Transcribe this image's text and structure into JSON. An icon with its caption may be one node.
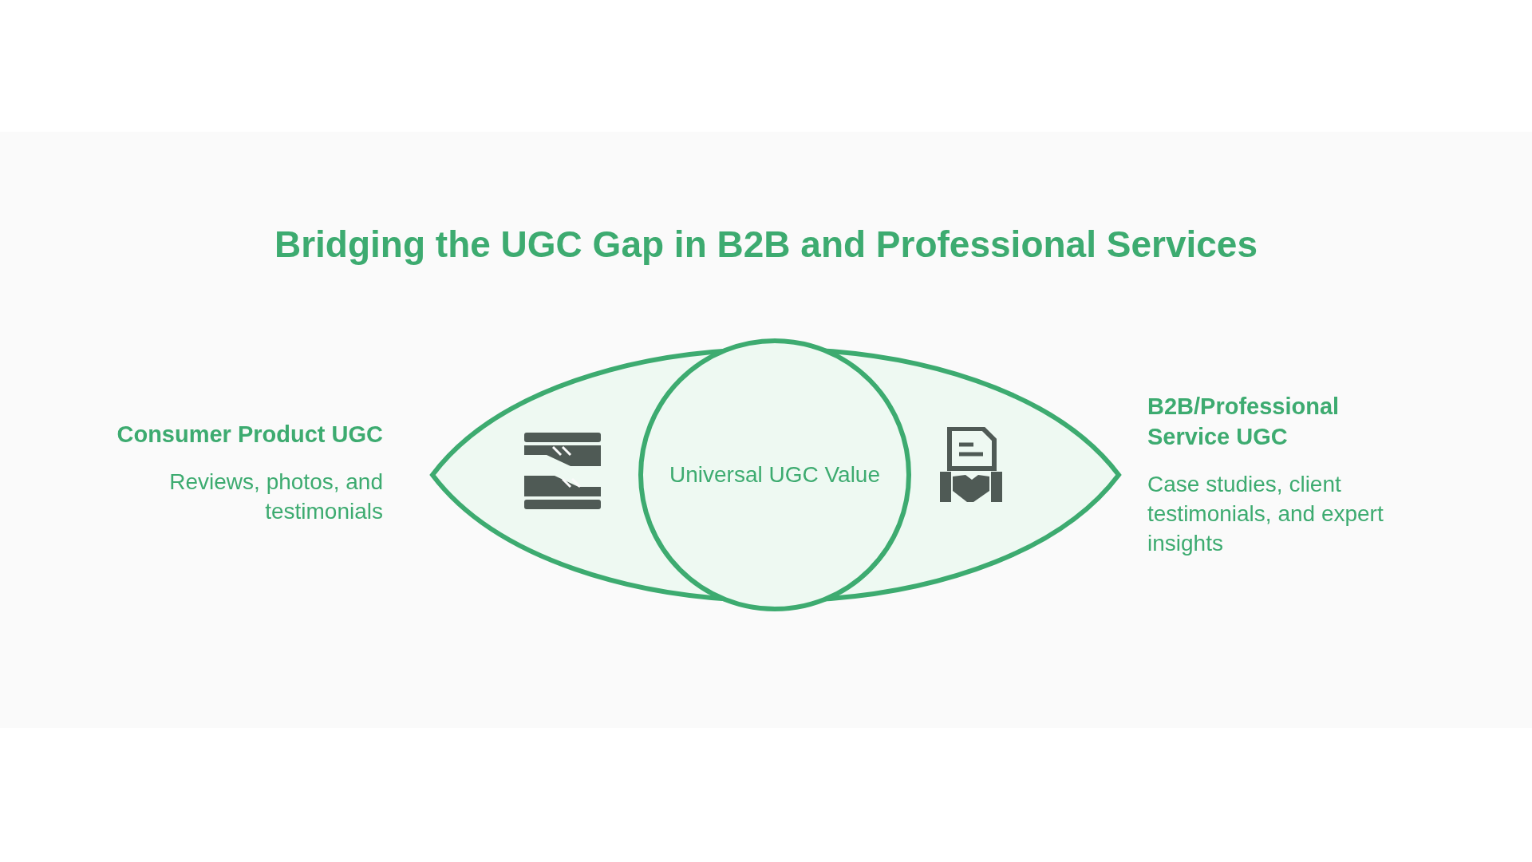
{
  "diagram": {
    "title": "Bridging the UGC Gap in B2B and Professional Services",
    "nodes": [
      {
        "text": [
          "Consumer Product UGC",
          "Reviews, photos, and testimonials"
        ]
      },
      {
        "text": [
          "Universal UGC Value"
        ]
      },
      {
        "text": [
          "B2B/Professional Service UGC",
          "Case studies, client testimonials, and expert insights"
        ]
      }
    ]
  }
}
